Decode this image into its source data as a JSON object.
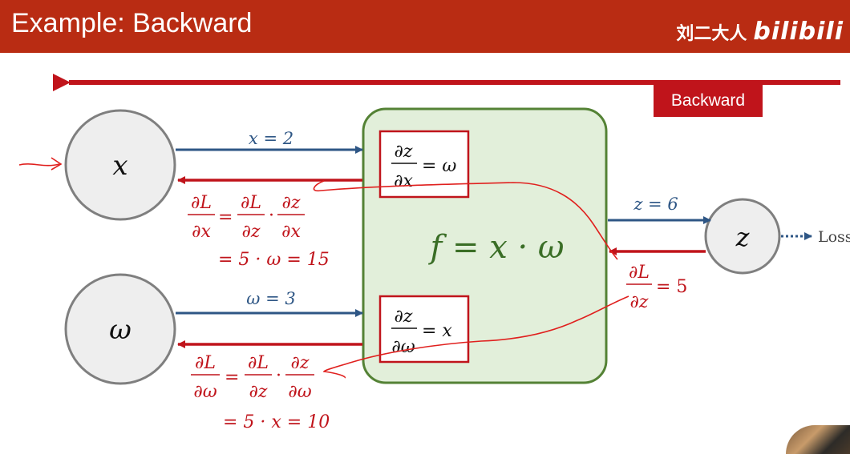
{
  "header": {
    "title": "Example: Backward",
    "author": "刘二大人",
    "logo": "bilibili"
  },
  "colors": {
    "header_bg": "#b92c13",
    "forward_blue": "#2e5685",
    "backward_red": "#c0141b",
    "box_green_fill": "#e2efda",
    "box_green_stroke": "#548235",
    "node_fill": "#eeeeee",
    "node_stroke": "#7f7f7f",
    "annotation_red": "#e0201e"
  },
  "badge": {
    "label": "Backward"
  },
  "nodes": {
    "x": "x",
    "omega": "ω",
    "z": "z"
  },
  "edges": {
    "x_forward": "x = 2",
    "omega_forward": "ω = 3",
    "z_forward": "z = 6",
    "loss_label": "Loss"
  },
  "function_label": "f = x · ω",
  "local_grad_x": {
    "num": "∂z",
    "den": "∂x",
    "rhs": "= ω"
  },
  "local_grad_omega": {
    "num": "∂z",
    "den": "∂ω",
    "rhs": "= x"
  },
  "upstream_grad": {
    "num": "∂L",
    "den": "∂z",
    "rhs": "= 5"
  },
  "chain_x": {
    "lhs_num": "∂L",
    "lhs_den": "∂x",
    "t1_num": "∂L",
    "t1_den": "∂z",
    "t2_num": "∂z",
    "t2_den": "∂x",
    "result": "= 5 · ω = 15"
  },
  "chain_omega": {
    "lhs_num": "∂L",
    "lhs_den": "∂ω",
    "t1_num": "∂L",
    "t1_den": "∂z",
    "t2_num": "∂z",
    "t2_den": "∂ω",
    "result": "= 5 · x = 10"
  },
  "ops": {
    "eq": "=",
    "dot": "·"
  }
}
